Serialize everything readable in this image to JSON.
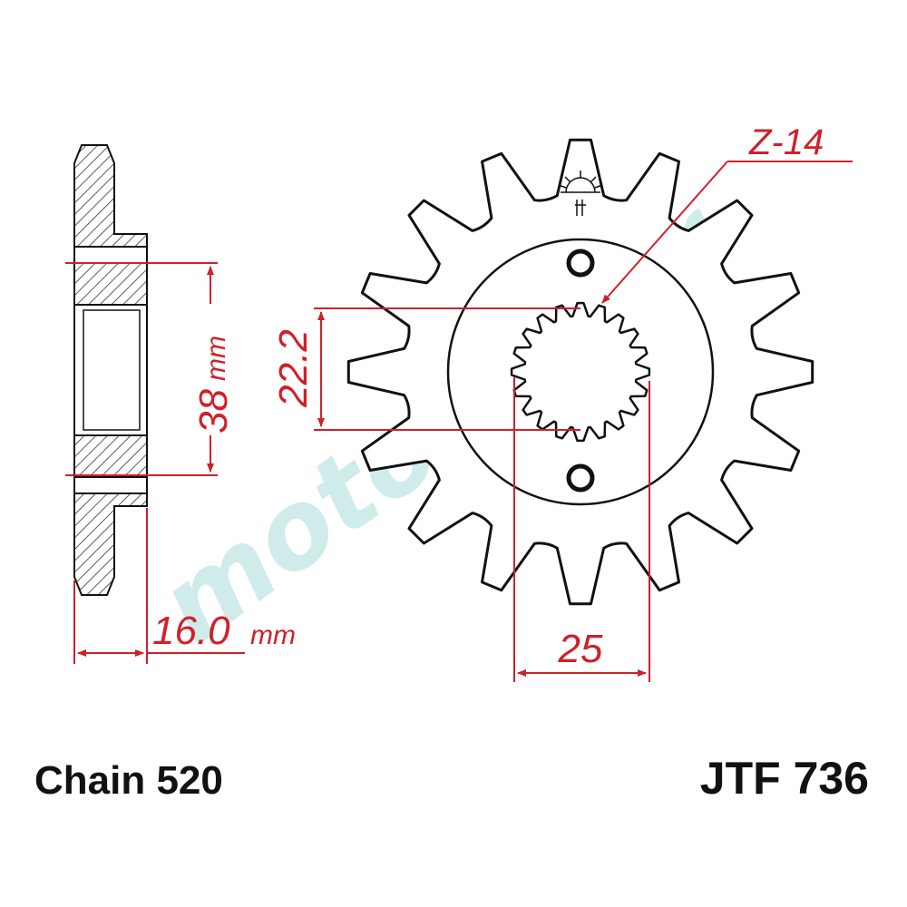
{
  "drawing": {
    "teeth_label": "Z-14",
    "pitch_dim": "22.2",
    "spline_width_dim": "25",
    "bore_dim_value": "38",
    "bore_dim_unit": "mm",
    "thickness_dim_value": "16.0",
    "thickness_dim_unit": "mm",
    "chain_label": "Chain 520",
    "part_number": "JTF 736",
    "watermark": "moto2door"
  },
  "colors": {
    "outline": "#111111",
    "dimension": "#d0202a",
    "hatch": "#333333",
    "watermark": "#bfe6e4"
  },
  "icons": {
    "center_logo": "sun-rays-logo-icon"
  }
}
